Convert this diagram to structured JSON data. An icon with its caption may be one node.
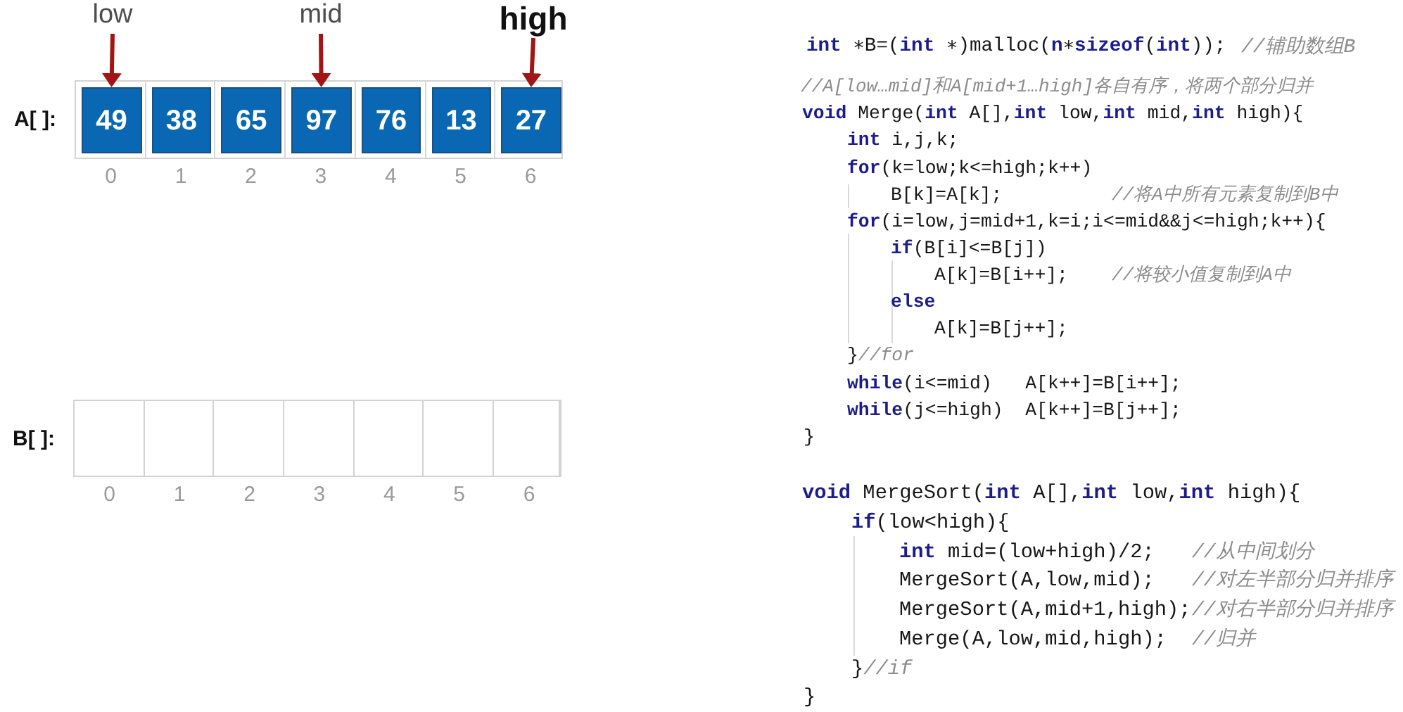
{
  "diagram": {
    "nodes": [
      {
        "text": [
          "low"
        ]
      },
      {
        "text": [
          "mid"
        ]
      },
      {
        "text": [
          "high"
        ]
      },
      {
        "text": [
          "A[ ]:"
        ]
      },
      {
        "text": [
          "49"
        ],
        "in": 3,
        "beside": [
          "0"
        ]
      },
      {
        "text": [
          "38"
        ],
        "in": 3,
        "beside": [
          "1"
        ]
      },
      {
        "text": [
          "65"
        ],
        "in": 3,
        "beside": [
          "2"
        ]
      },
      {
        "text": [
          "97"
        ],
        "in": 3,
        "beside": [
          "3"
        ]
      },
      {
        "text": [
          "76"
        ],
        "in": 3,
        "beside": [
          "4"
        ]
      },
      {
        "text": [
          "13"
        ],
        "in": 3,
        "beside": [
          "5"
        ]
      },
      {
        "text": [
          "27"
        ],
        "in": 3,
        "beside": [
          "6"
        ]
      },
      {
        "text": [
          "B[ ]:"
        ]
      },
      {
        "text": [],
        "shape": "box",
        "in": 11,
        "beside": [
          "0"
        ]
      },
      {
        "text": [],
        "shape": "box",
        "in": 11,
        "beside": [
          "1"
        ]
      },
      {
        "text": [],
        "shape": "box",
        "in": 11,
        "beside": [
          "2"
        ]
      },
      {
        "text": [],
        "shape": "box",
        "in": 11,
        "beside": [
          "3"
        ]
      },
      {
        "text": [],
        "shape": "box",
        "in": 11,
        "beside": [
          "4"
        ]
      },
      {
        "text": [],
        "shape": "box",
        "in": 11,
        "beside": [
          "5"
        ]
      },
      {
        "text": [],
        "shape": "box",
        "in": 11,
        "beside": [
          "6"
        ]
      }
    ],
    "edges": [
      {
        "from": 0,
        "to": 4,
        "arrow": "to"
      },
      {
        "from": 1,
        "to": 7,
        "arrow": "to"
      },
      {
        "from": 2,
        "to": 10,
        "arrow": "to"
      }
    ],
    "labels": [
      "**int** ∗B=(**int** ∗)malloc(**n**∗**sizeof**(**int**));",
      "//辅助数组B",
      "//A[low…mid]和A[mid+1…high]各自有序，将两个部分归并",
      "**void** Merge(**int** A[],**int** low,**int** mid,**int** high){",
      "**int** i,j,k;",
      "**for**(k=low;k<=high;k++)",
      "B[k]=A[k];",
      "//将A中所有元素复制到B中",
      "**for**(i=low,j=mid+1,k=i;i<=mid&&j<=high;k++){",
      "**if**(B[i]<=B[j])",
      "A[k]=B[i++];",
      "//将较小值复制到A中",
      "**else**",
      "A[k]=B[j++];",
      "}*//for*",
      "**while**(i<=mid)   A[k++]=B[i++];",
      "**while**(j<=high)  A[k++]=B[j++];",
      "}",
      "**void** MergeSort(**int** A[],**int** low,**int** high){",
      "**if**(low<high){",
      "**int** mid=(low+high)/2;",
      "//从中间划分",
      "MergeSort(A,low,mid);",
      "//对左半部分归并排序",
      "MergeSort(A,mid+1,high);",
      "//对右半部分归并排序",
      "Merge(A,low,mid,high);",
      "//归并",
      "}*//if*",
      "}"
    ]
  }
}
